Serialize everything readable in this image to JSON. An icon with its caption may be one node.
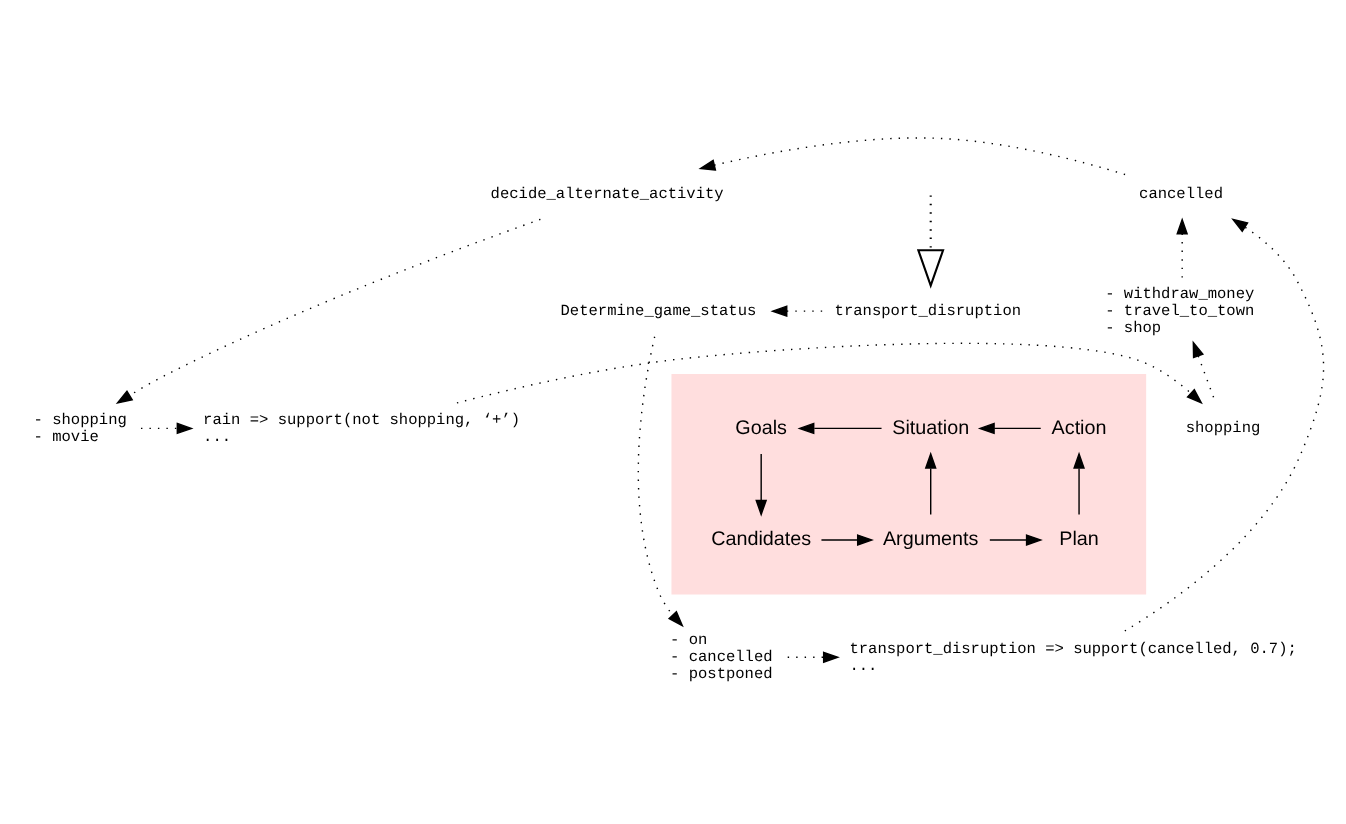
{
  "diagram": {
    "nodes": [
      {
        "text": [
          "decide_alternate_activity"
        ]
      },
      {
        "text": [
          "cancelled"
        ]
      },
      {
        "text": [
          "Determine_game_status"
        ]
      },
      {
        "text": [
          "transport_disruption"
        ]
      },
      {
        "text": [
          "- withdraw_money",
          "- travel_to_town",
          "- shop"
        ]
      },
      {
        "text": [],
        "shape": "box"
      },
      {
        "text": [
          "Goals"
        ],
        "in": 5
      },
      {
        "text": [
          "Situation"
        ],
        "in": 5
      },
      {
        "text": [
          "Action"
        ],
        "in": 5
      },
      {
        "text": [
          "Candidates"
        ],
        "in": 5
      },
      {
        "text": [
          "Arguments"
        ],
        "in": 5
      },
      {
        "text": [
          "Plan"
        ],
        "in": 5
      },
      {
        "text": [
          "- on",
          "- cancelled",
          "- postponed"
        ]
      },
      {
        "text": [
          "transport_disruption => support(cancelled, 0.7);",
          "..."
        ]
      },
      {
        "text": [
          "- shopping",
          "- movie"
        ]
      },
      {
        "text": [
          "rain => support(not shopping, ‘+’)",
          "..."
        ]
      },
      {
        "text": [
          "shopping"
        ]
      }
    ],
    "edges": [
      {
        "from": 1,
        "to": 0,
        "arrow": "to",
        "style": "dashed"
      },
      {
        "from": null,
        "to": 3,
        "arrow": "to",
        "style": "dashed"
      },
      {
        "from": 3,
        "to": 2,
        "arrow": "to",
        "style": "dashed"
      },
      {
        "from": 4,
        "to": 1,
        "arrow": "to",
        "style": "dashed"
      },
      {
        "from": 13,
        "to": 1,
        "arrow": "to",
        "style": "dashed"
      },
      {
        "from": 7,
        "to": 6,
        "arrow": "to"
      },
      {
        "from": 8,
        "to": 7,
        "arrow": "to"
      },
      {
        "from": 6,
        "to": 9,
        "arrow": "to"
      },
      {
        "from": 10,
        "to": 7,
        "arrow": "to"
      },
      {
        "from": 11,
        "to": 8,
        "arrow": "to"
      },
      {
        "from": 9,
        "to": 10,
        "arrow": "to"
      },
      {
        "from": 10,
        "to": 11,
        "arrow": "to"
      },
      {
        "from": 2,
        "to": 12,
        "arrow": "to",
        "style": "dashed"
      },
      {
        "from": 12,
        "to": 13,
        "arrow": "to",
        "style": "dashed"
      },
      {
        "from": 0,
        "to": 14,
        "arrow": "to",
        "style": "dashed"
      },
      {
        "from": 14,
        "to": 15,
        "arrow": "to",
        "style": "dashed"
      },
      {
        "from": 15,
        "to": 16,
        "arrow": "to",
        "style": "dashed"
      },
      {
        "from": 16,
        "to": 4,
        "arrow": "to",
        "style": "dashed"
      }
    ]
  }
}
